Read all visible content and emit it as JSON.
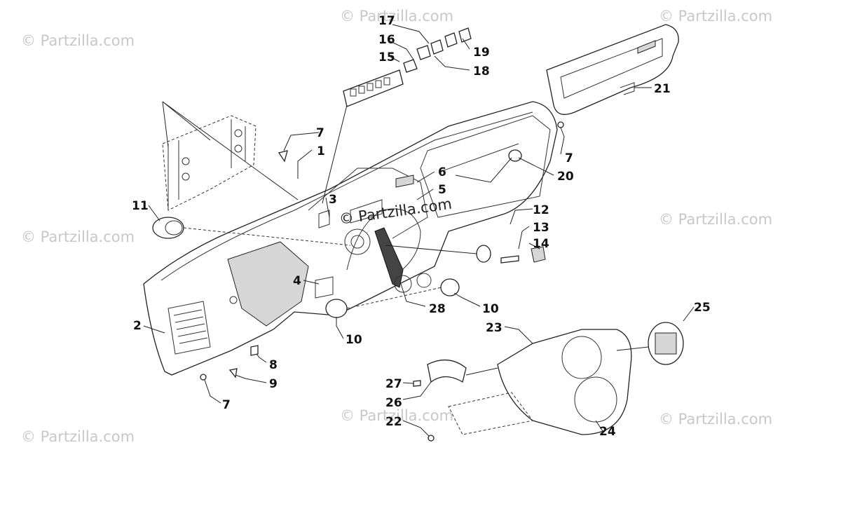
{
  "watermark_text": "© Partzilla.com",
  "brand_text": "© Partzilla.com",
  "callouts": {
    "c1": "1",
    "c2": "2",
    "c3": "3",
    "c4": "4",
    "c5": "5",
    "c6": "6",
    "c7a": "7",
    "c7b": "7",
    "c7c": "7",
    "c8": "8",
    "c9": "9",
    "c10a": "10",
    "c10b": "10",
    "c11": "11",
    "c12": "12",
    "c13": "13",
    "c14": "14",
    "c15": "15",
    "c16": "16",
    "c17": "17",
    "c18": "18",
    "c19": "19",
    "c20": "20",
    "c21": "21",
    "c22": "22",
    "c23": "23",
    "c24": "24",
    "c25": "25",
    "c26": "26",
    "c27": "27",
    "c28": "28"
  }
}
